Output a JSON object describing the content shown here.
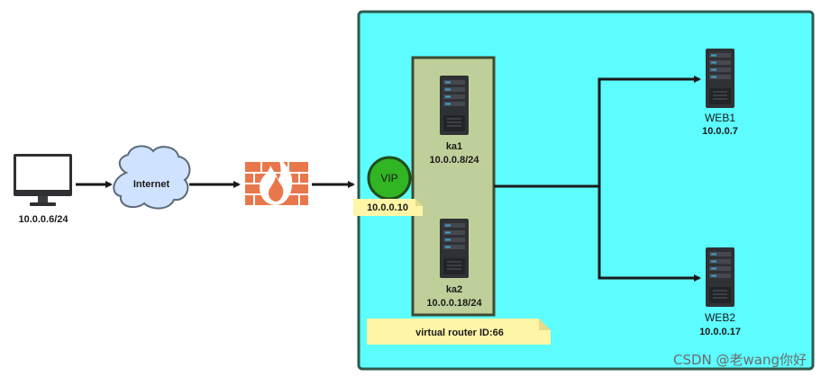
{
  "client": {
    "ip": "10.0.0.6/24"
  },
  "internet": {
    "label": "Internet"
  },
  "vip": {
    "label": "VIP",
    "ip": "10.0.0.10"
  },
  "ka1": {
    "name": "ka1",
    "ip": "10.0.0.8/24"
  },
  "ka2": {
    "name": "ka2",
    "ip": "10.0.0.18/24"
  },
  "router_note": {
    "text": "virtual router ID:66"
  },
  "web1": {
    "name": "WEB1",
    "ip": "10.0.0.7"
  },
  "web2": {
    "name": "WEB2",
    "ip": "10.0.0.17"
  },
  "watermark": {
    "text": "CSDN @老wang你好"
  },
  "colors": {
    "network_zone": "#5cfcff",
    "zone_border": "#2d5a4e",
    "cluster_fill": "#bfcf9a",
    "cluster_border": "#3f4a31",
    "vip_fill": "#31b523",
    "note_fill": "#fff5a6",
    "cloud_fill": "#cfe2ff",
    "firewall": "#e8774c",
    "server": "#2f3135",
    "server_accent": "#3ea2cc"
  }
}
